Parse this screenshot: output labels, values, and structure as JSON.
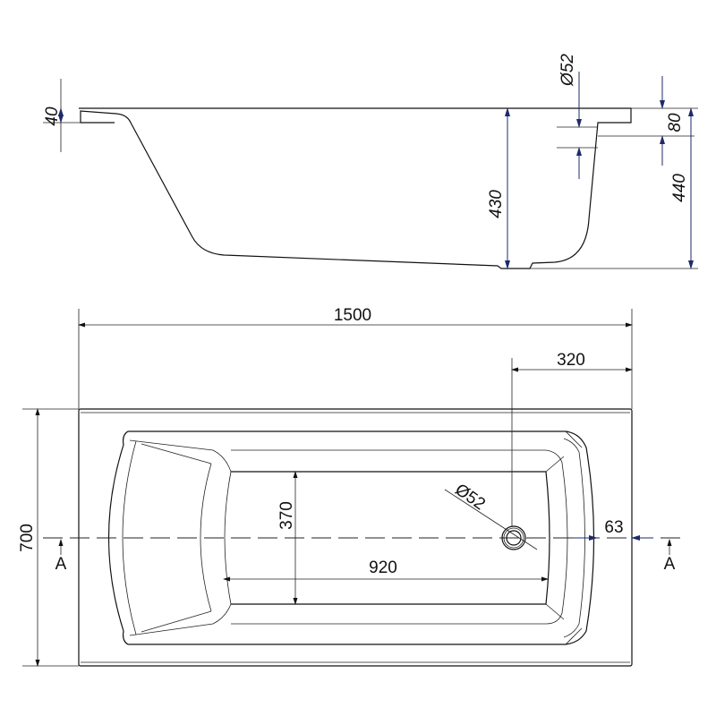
{
  "side_view": {
    "dim_lip_height": "40",
    "dim_drain_diameter": "Ø52",
    "dim_overflow_height": "80",
    "dim_inner_depth": "430",
    "dim_total_height": "440"
  },
  "top_view": {
    "dim_length": "1500",
    "dim_drain_offset": "320",
    "dim_width": "700",
    "dim_floor_width": "370",
    "dim_floor_length": "920",
    "dim_drain_diameter": "Ø52",
    "dim_rim_width": "63",
    "section_label_left": "A",
    "section_label_right": "A"
  },
  "colors": {
    "line": "#111111",
    "dimension": "#1e2a6a"
  }
}
